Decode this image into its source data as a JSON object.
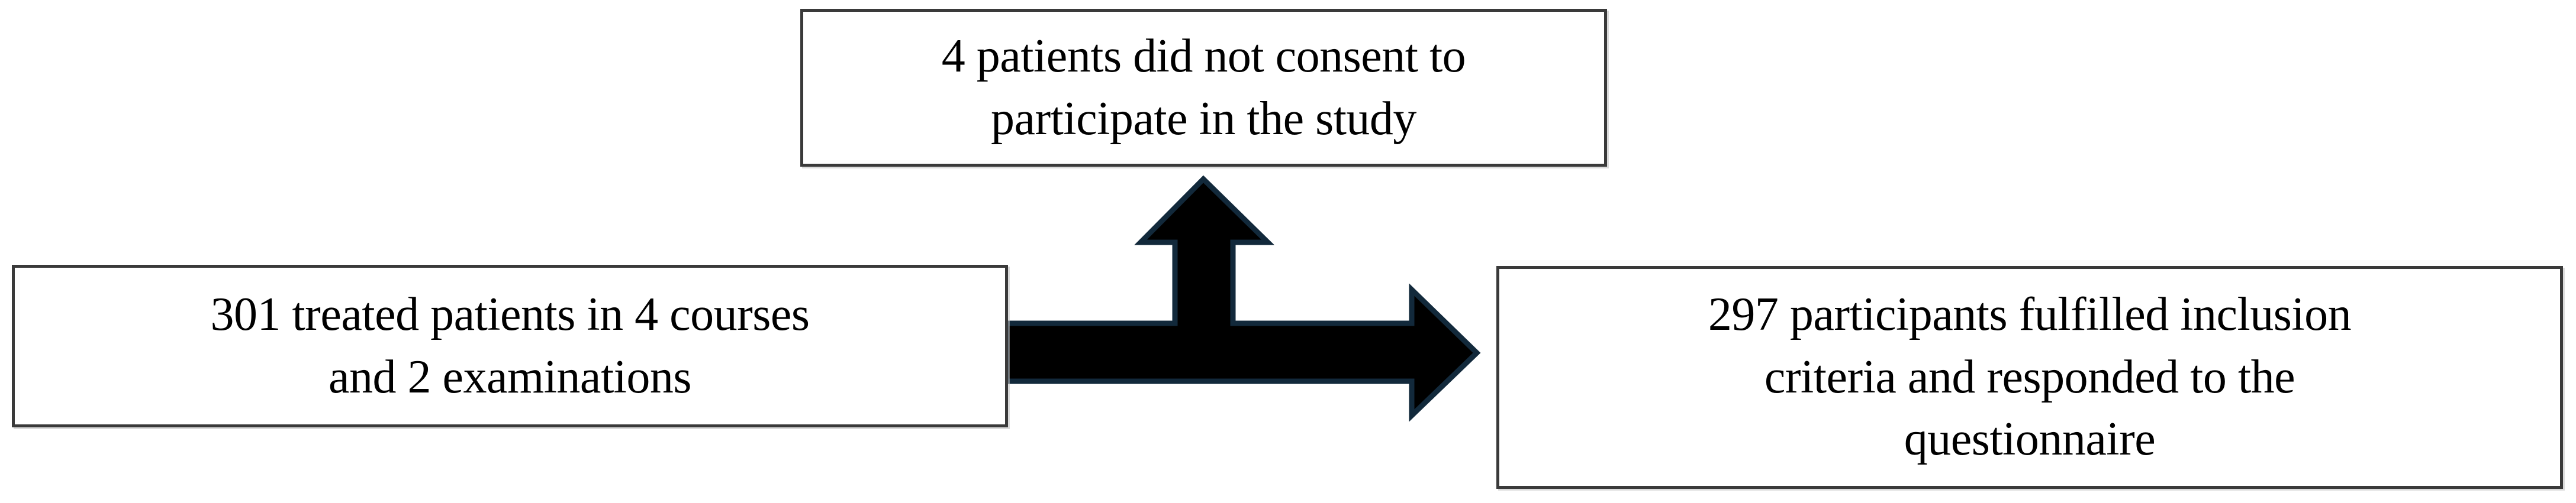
{
  "diagram": {
    "type": "flowchart",
    "orientation": "horizontal",
    "boxes": [
      {
        "id": "top",
        "name": "excluded-patients-box",
        "text": "4 patients did not consent to\nparticipate in the study",
        "lines": [
          "4 patients did not consent to",
          "participate in the study"
        ],
        "count": 4
      },
      {
        "id": "left",
        "name": "treated-patients-box",
        "text": "301 treated patients in 4 courses\nand 2 examinations",
        "lines": [
          "301 treated patients in 4 courses",
          "and 2 examinations"
        ],
        "count": 301
      },
      {
        "id": "right",
        "name": "included-participants-box",
        "text": "297 participants fulfilled inclusion\ncriteria and responded to the\nquestionnaire",
        "lines": [
          "297 participants fulfilled inclusion",
          "criteria and responded to the",
          "questionnaire"
        ],
        "count": 297
      }
    ],
    "arrows": [
      {
        "id": "main-flow",
        "name": "compound-flow-arrow",
        "from": "left",
        "to": "right",
        "branch_to": "top",
        "shape": "tee-arrow-up-and-right",
        "fill_color": "#000000",
        "edge_color": "#12293b"
      }
    ],
    "colors": {
      "box_border": "#3a3a3a",
      "box_fill": "#ffffff",
      "text": "#000000",
      "arrow_fill": "#000000",
      "arrow_edge": "#12293b",
      "page_background": "#ffffff"
    }
  }
}
